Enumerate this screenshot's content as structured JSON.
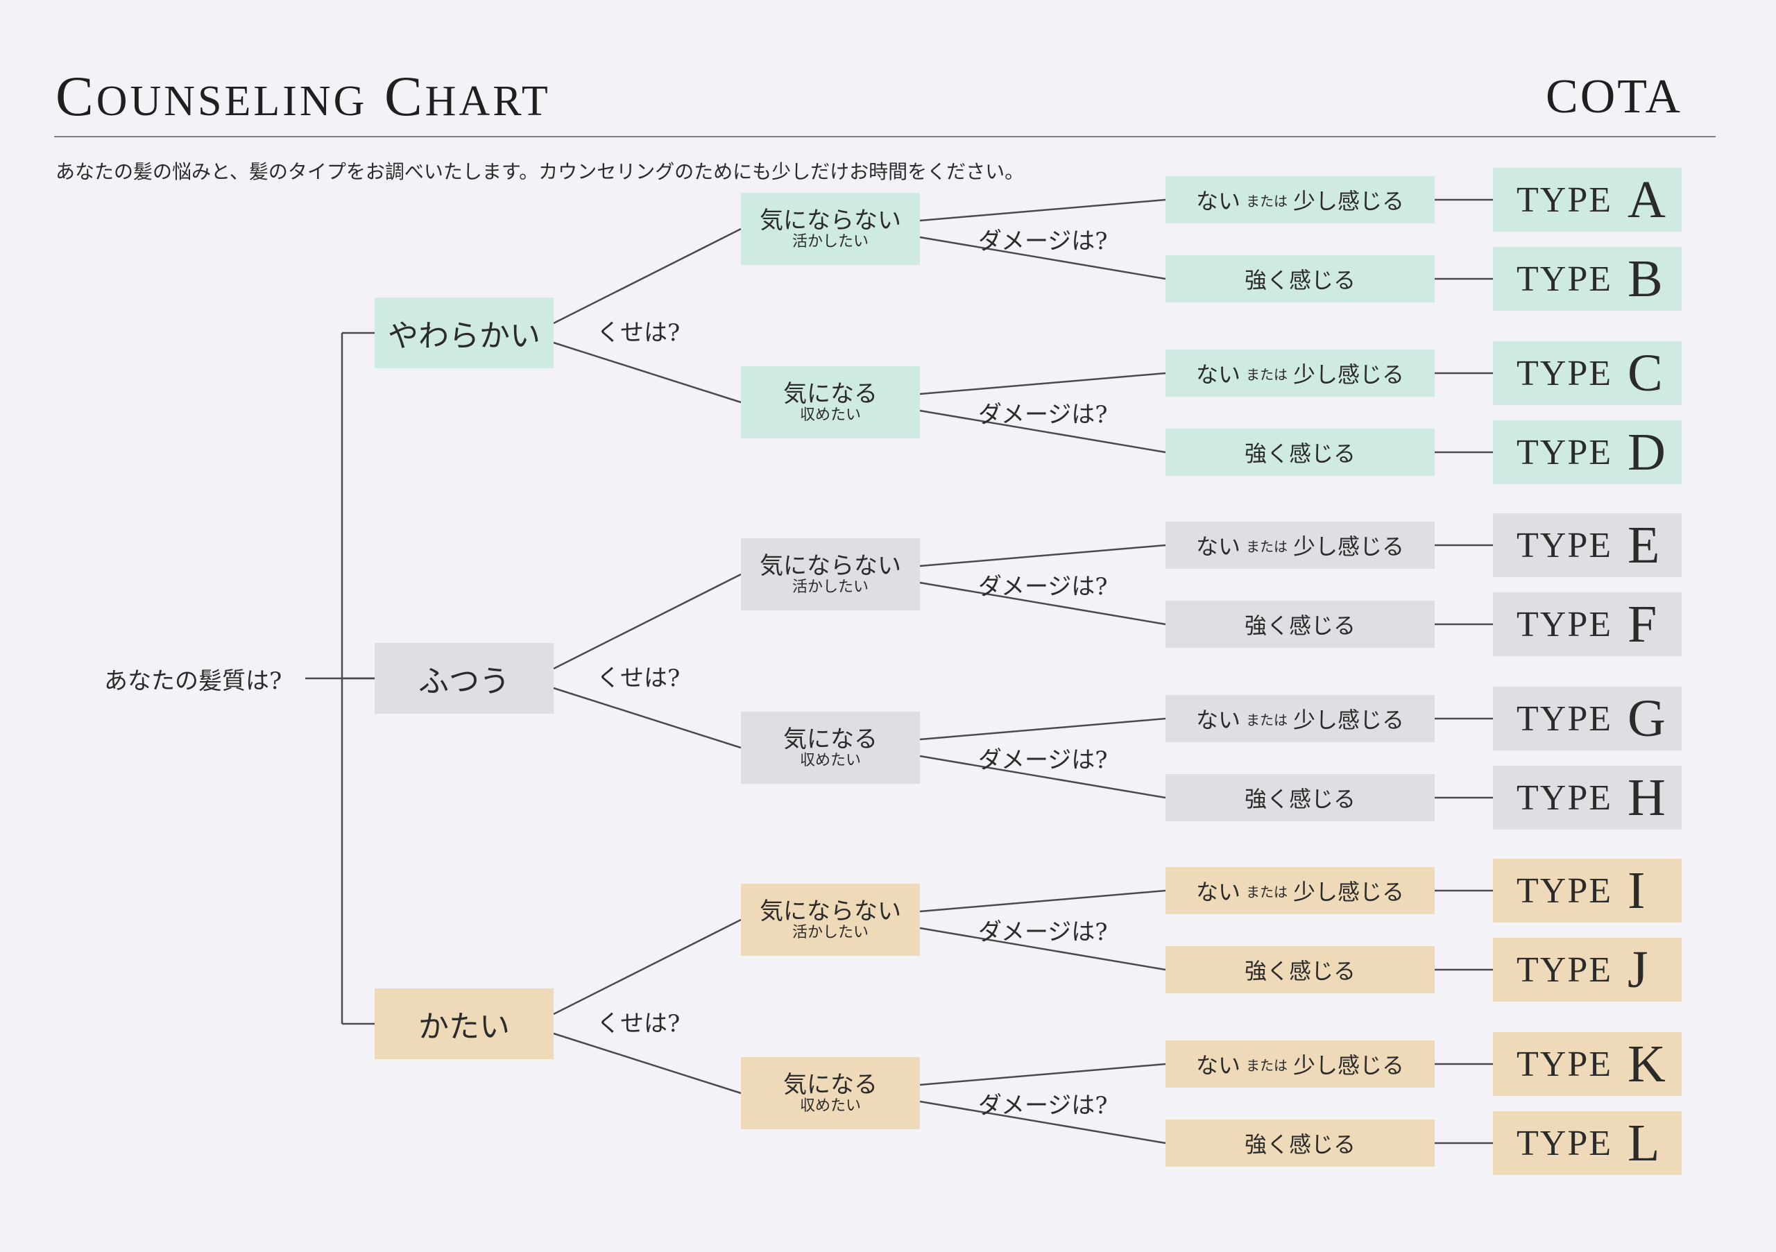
{
  "header": {
    "title_c": "C",
    "title_ounseling": "OUNSELING",
    "title_c2": "C",
    "title_hart": "HART",
    "brand": "COTA",
    "intro": "あなたの髪の悩みと、髪のタイプをお調べいたします。カウンセリングのためにも少しだけお時間をください。"
  },
  "root": {
    "label": "あなたの髪質は?"
  },
  "connectors": {
    "kuse": "くせは?",
    "damage": "ダメージは?"
  },
  "groups": [
    {
      "label": "やわらかい",
      "color": "#cfeae3",
      "branches": [
        {
          "main": "気にならない",
          "sub": "活かしたい",
          "options": [
            {
              "a": "ない",
              "b": "または",
              "c": "少し感じる",
              "type": "A"
            },
            {
              "a": "強く感じる",
              "type": "B"
            }
          ]
        },
        {
          "main": "気になる",
          "sub": "収めたい",
          "options": [
            {
              "a": "ない",
              "b": "または",
              "c": "少し感じる",
              "type": "C"
            },
            {
              "a": "強く感じる",
              "type": "D"
            }
          ]
        }
      ]
    },
    {
      "label": "ふつう",
      "color": "#dedee3",
      "branches": [
        {
          "main": "気にならない",
          "sub": "活かしたい",
          "options": [
            {
              "a": "ない",
              "b": "または",
              "c": "少し感じる",
              "type": "E"
            },
            {
              "a": "強く感じる",
              "type": "F"
            }
          ]
        },
        {
          "main": "気になる",
          "sub": "収めたい",
          "options": [
            {
              "a": "ない",
              "b": "または",
              "c": "少し感じる",
              "type": "G"
            },
            {
              "a": "強く感じる",
              "type": "H"
            }
          ]
        }
      ]
    },
    {
      "label": "かたい",
      "color": "#eed9b8",
      "branches": [
        {
          "main": "気にならない",
          "sub": "活かしたい",
          "options": [
            {
              "a": "ない",
              "b": "または",
              "c": "少し感じる",
              "type": "I"
            },
            {
              "a": "強く感じる",
              "type": "J"
            }
          ]
        },
        {
          "main": "気になる",
          "sub": "収めたい",
          "options": [
            {
              "a": "ない",
              "b": "または",
              "c": "少し感じる",
              "type": "K"
            },
            {
              "a": "強く感じる",
              "type": "L"
            }
          ]
        }
      ]
    }
  ],
  "type_word": "TYPE"
}
